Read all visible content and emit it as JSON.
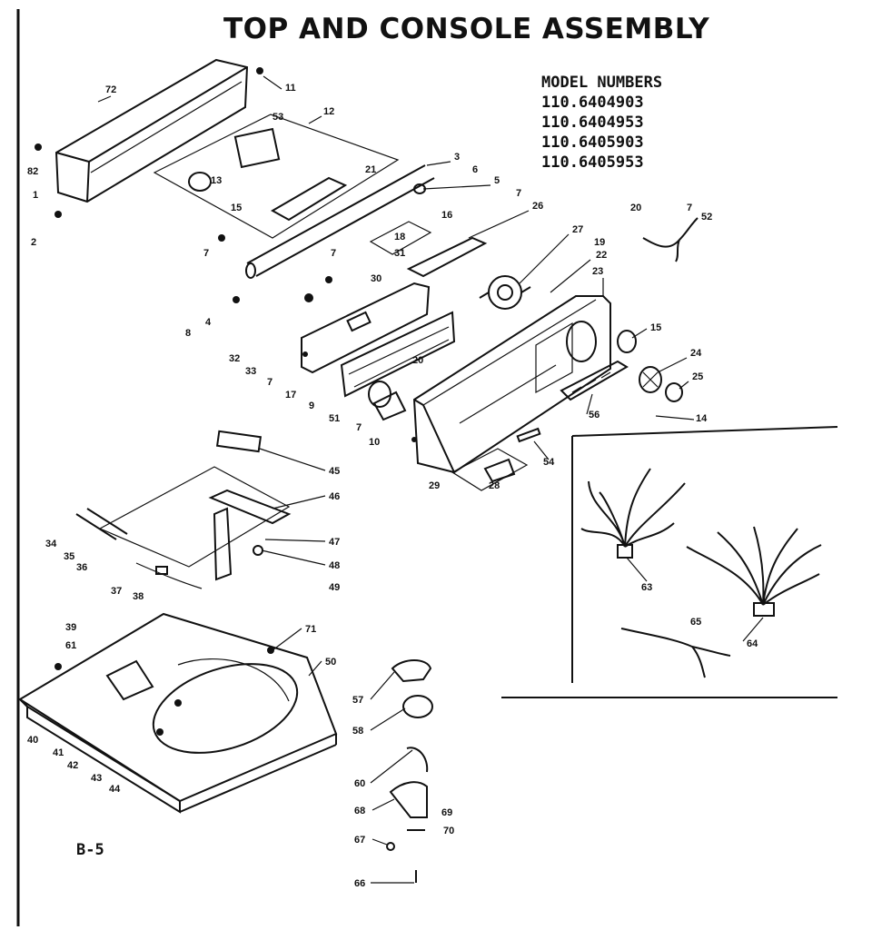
{
  "title": "TOP AND CONSOLE ASSEMBLY",
  "model_numbers": {
    "heading": "MODEL NUMBERS",
    "items": [
      "110.6404903",
      "110.6404953",
      "110.6405903",
      "110.6405953"
    ]
  },
  "page_ref": "B-5",
  "callouts": [
    "72",
    "11",
    "53",
    "12",
    "3",
    "6",
    "5",
    "7",
    "26",
    "82",
    "1",
    "2",
    "13",
    "15",
    "21",
    "7",
    "18",
    "31",
    "16",
    "27",
    "19",
    "22",
    "23",
    "20",
    "7",
    "52",
    "8",
    "4",
    "7",
    "30",
    "32",
    "33",
    "7",
    "17",
    "9",
    "51",
    "7",
    "20",
    "10",
    "15",
    "24",
    "25",
    "14",
    "56",
    "54",
    "29",
    "28",
    "45",
    "46",
    "47",
    "48",
    "49",
    "34",
    "35",
    "36",
    "37",
    "38",
    "39",
    "61",
    "71",
    "50",
    "40",
    "41",
    "42",
    "43",
    "44",
    "57",
    "58",
    "60",
    "68",
    "69",
    "67",
    "70",
    "66",
    "63",
    "65",
    "64"
  ]
}
